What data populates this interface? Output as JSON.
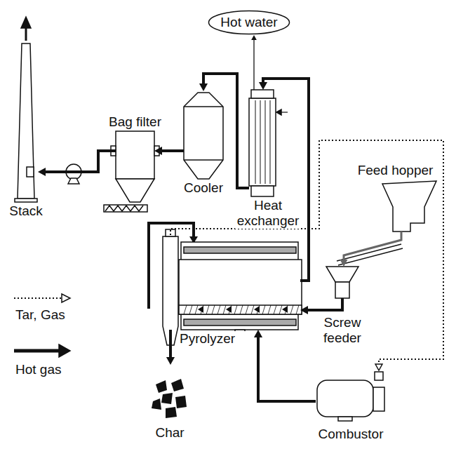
{
  "diagram": {
    "nodes": [
      {
        "text": [
          "Hot water"
        ]
      },
      {
        "text": [
          "Stack"
        ]
      },
      {
        "text": [
          "Bag filter"
        ]
      },
      {
        "text": [
          "Cooler"
        ]
      },
      {
        "text": [
          "Heat exchanger"
        ]
      },
      {
        "text": [
          "Feed hopper"
        ]
      },
      {
        "text": [
          "Pyrolyzer"
        ]
      },
      {
        "text": [
          "Screw feeder"
        ]
      },
      {
        "text": [
          "Char"
        ]
      },
      {
        "text": [
          "Combustor"
        ]
      }
    ],
    "edges": [
      {
        "from": 9,
        "to": 6,
        "arrow": "to"
      },
      {
        "from": 6,
        "to": 4,
        "arrow": "to"
      },
      {
        "from": 4,
        "to": 3,
        "arrow": "to"
      },
      {
        "from": 3,
        "to": 2,
        "arrow": "to"
      },
      {
        "from": 2,
        "to": 1,
        "arrow": "to"
      },
      {
        "from": 4,
        "to": 0,
        "arrow": "to"
      },
      {
        "from": 6,
        "to": 9,
        "arrow": "to"
      },
      {
        "from": 5,
        "to": 7,
        "arrow": "to"
      },
      {
        "from": 7,
        "to": 6,
        "arrow": "to"
      },
      {
        "from": 6,
        "to": 8,
        "arrow": "to"
      }
    ],
    "legend": [
      {
        "text": "Tar, Gas"
      },
      {
        "text": "Hot gas"
      }
    ]
  }
}
